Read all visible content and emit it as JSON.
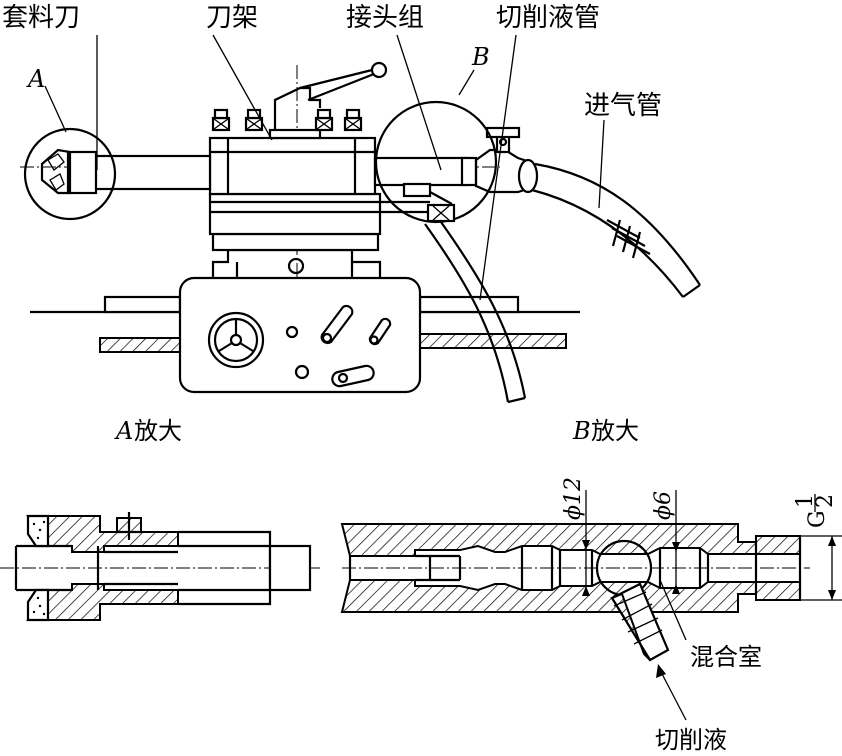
{
  "labels": {
    "tao_liao_dao": "套料刀",
    "dao_jia": "刀架",
    "jie_tou_zu": "接头组",
    "qie_xue_ye_guan": "切削液管",
    "jin_qi_guan": "进气管",
    "detail_a_marker": "A",
    "detail_b_marker": "B",
    "a_enlarged_letter": "A",
    "a_enlarged_text": "放大",
    "b_enlarged_letter": "B",
    "b_enlarged_text": "放大",
    "dim_phi12": "ϕ12",
    "dim_phi6": "ϕ6",
    "dim_thread_g": "G",
    "dim_thread_num": "1",
    "dim_thread_den": "2",
    "hun_he_shi": "混合室",
    "qie_xue_ye": "切削液"
  }
}
